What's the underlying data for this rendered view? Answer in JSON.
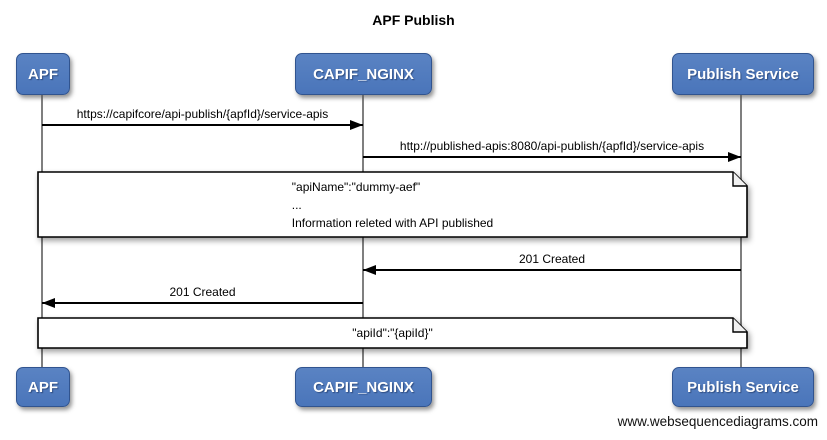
{
  "title": "APF Publish",
  "actors": [
    {
      "name": "APF"
    },
    {
      "name": "CAPIF_NGINX"
    },
    {
      "name": "Publish Service"
    }
  ],
  "messages": [
    {
      "label": "https://capifcore/api-publish/{apfId}/service-apis",
      "from": "APF",
      "to": "CAPIF_NGINX",
      "direction": "right"
    },
    {
      "label": "http://published-apis:8080/api-publish/{apfId}/service-apis",
      "from": "CAPIF_NGINX",
      "to": "Publish Service",
      "direction": "right"
    },
    {
      "label": "201 Created",
      "from": "Publish Service",
      "to": "CAPIF_NGINX",
      "direction": "left"
    },
    {
      "label": "201 Created",
      "from": "CAPIF_NGINX",
      "to": "APF",
      "direction": "left"
    }
  ],
  "notes": [
    {
      "lines": [
        "\"apiName\":\"dummy-aef\"",
        "...",
        "Information releted with API published"
      ]
    },
    {
      "lines": [
        "\"apiId\":\"{apiId}\""
      ]
    }
  ],
  "watermark": "www.websequencediagrams.com",
  "colors": {
    "actor_fill": "#4a75ba",
    "actor_border": "#31548f",
    "actor_text": "#ffffff",
    "lifeline": "#7f7f7f",
    "arrow": "#000000",
    "note_fill": "#ffffff",
    "note_border": "#000000",
    "background": "#ffffff"
  }
}
